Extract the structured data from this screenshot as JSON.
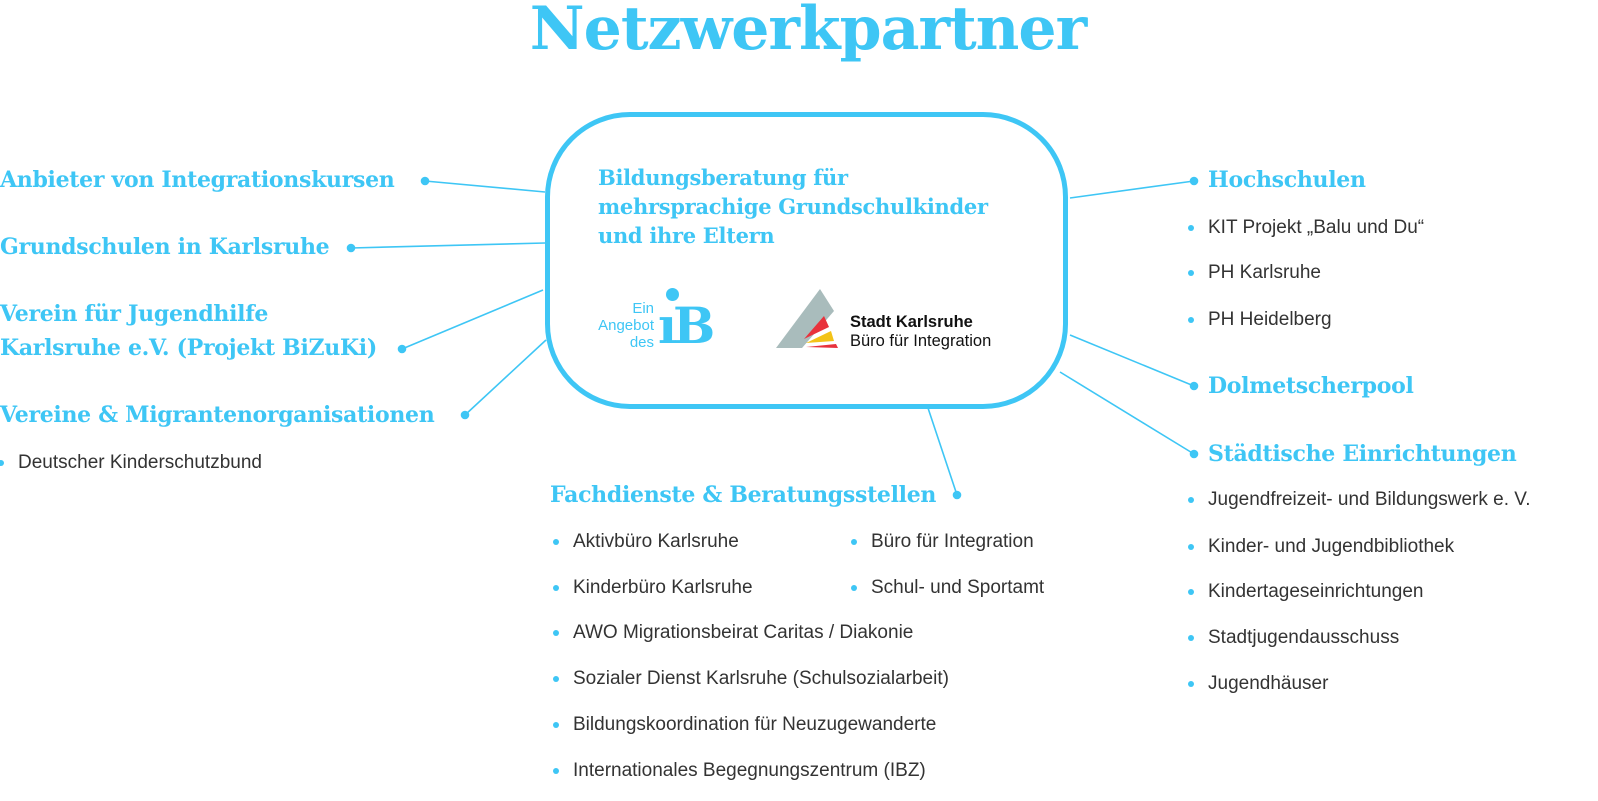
{
  "title": "Netzwerkpartner",
  "center": {
    "lines": [
      "Bildungsberatung für",
      "mehrsprachige Grundschulkinder",
      "und ihre Eltern"
    ],
    "ib_logo": {
      "small": [
        "Ein",
        "Angebot",
        "des"
      ],
      "mark": "IB"
    },
    "stadt_logo": {
      "line1": "Stadt Karlsruhe",
      "line2": "Büro für Integration"
    }
  },
  "left": [
    {
      "heading": "Anbieter von Integrationskursen"
    },
    {
      "heading": "Grundschulen in Karlsruhe"
    },
    {
      "heading_lines": [
        "Verein für Jugendhilfe",
        "Karlsruhe e.V. (Projekt BiZuKi)"
      ]
    },
    {
      "heading": "Vereine & Migrantenorganisationen",
      "items": [
        "Deutscher Kinderschutzbund"
      ]
    }
  ],
  "right": [
    {
      "heading": "Hochschulen",
      "items": [
        "KIT Projekt „Balu und Du“",
        "PH Karlsruhe",
        "PH Heidelberg"
      ]
    },
    {
      "heading": "Dolmetscherpool"
    },
    {
      "heading": "Städtische Einrichtungen",
      "items": [
        "Jugendfreizeit- und Bildungswerk e. V.",
        "Kinder- und Jugendbibliothek",
        "Kindertageseinrichtungen",
        "Stadtjugendausschuss",
        "Jugendhäuser"
      ]
    }
  ],
  "bottom": {
    "heading": "Fachdienste & Beratungsstellen",
    "items": [
      "Aktivbüro Karlsruhe",
      "Büro für Integration",
      "Kinderbüro Karlsruhe",
      "Schul- und Sportamt",
      "AWO Migrationsbeirat Caritas / Diakonie",
      "Sozialer Dienst Karlsruhe (Schulsozialarbeit)",
      "Bildungskoordination für Neuzugewanderte",
      "Internationales Begegnungszentrum (IBZ)"
    ]
  },
  "colors": {
    "accent": "#3ec6f5",
    "text": "#333333"
  }
}
